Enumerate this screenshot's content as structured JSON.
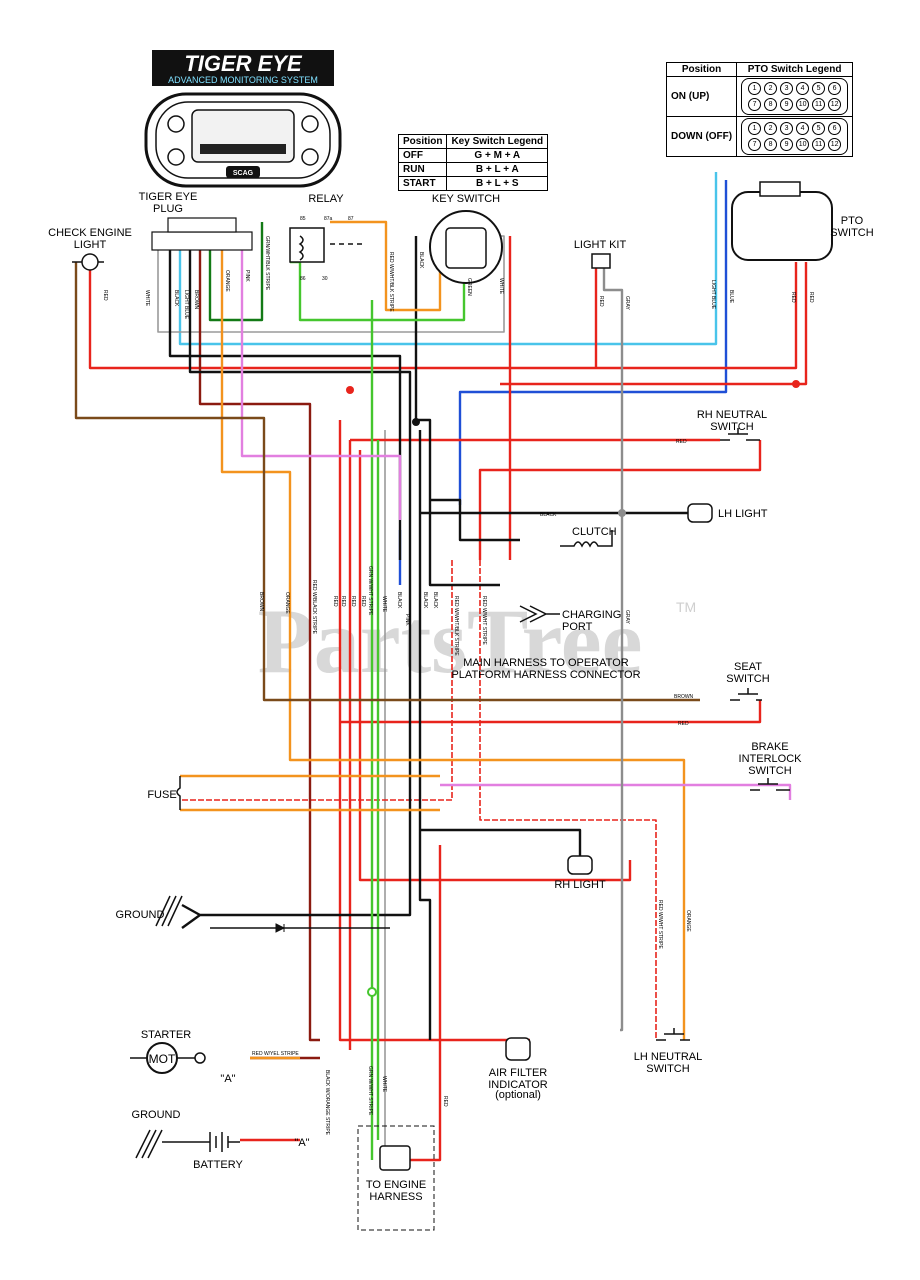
{
  "logo": {
    "line1": "TIGER EYE",
    "line2": "ADVANCED MONITORING SYSTEM",
    "brand": "SCAG"
  },
  "watermark": {
    "text": "PartsTree",
    "tm": "TM"
  },
  "key_legend": {
    "headers": [
      "Position",
      "Key Switch Legend"
    ],
    "rows": [
      [
        "OFF",
        "G + M + A"
      ],
      [
        "RUN",
        "B + L + A"
      ],
      [
        "START",
        "B + L + S"
      ]
    ]
  },
  "pto_legend": {
    "headers": [
      "Position",
      "PTO Switch Legend"
    ],
    "rows": [
      {
        "pos": "ON (UP)"
      },
      {
        "pos": "DOWN (OFF)"
      }
    ],
    "pins_top": [
      "1",
      "2",
      "3",
      "4",
      "5",
      "6"
    ],
    "pins_bottom": [
      "7",
      "8",
      "9",
      "10",
      "11",
      "12"
    ]
  },
  "components": {
    "tiger_eye_plug": "TIGER EYE PLUG",
    "check_engine_light": "CHECK ENGINE LIGHT",
    "relay": "RELAY",
    "relay_pins": [
      "85",
      "87a",
      "87",
      "86",
      "30"
    ],
    "key_switch": "KEY SWITCH",
    "light_kit": "LIGHT KIT",
    "pto_switch": "PTO SWITCH",
    "rh_neutral_switch": "RH NEUTRAL SWITCH",
    "lh_light": "LH LIGHT",
    "clutch": "CLUTCH",
    "charging_port": "CHARGING PORT",
    "main_harness": "MAIN HARNESS TO OPERATOR PLATFORM HARNESS CONNECTOR",
    "seat_switch": "SEAT SWITCH",
    "brake_interlock_switch": "BRAKE INTERLOCK SWITCH",
    "fuse": "FUSE",
    "rh_light": "RH LIGHT",
    "ground_top": "GROUND",
    "lh_neutral_switch": "LH NEUTRAL SWITCH",
    "starter": "STARTER",
    "starter_label": "MOT",
    "starter_ref": "\"A\"",
    "air_filter": "AIR FILTER INDICATOR",
    "air_filter_note": "(optional)",
    "ground_bottom": "GROUND",
    "battery": "BATTERY",
    "battery_ref": "\"A\"",
    "engine_harness": "TO ENGINE HARNESS"
  },
  "wire_labels": {
    "red": "RED",
    "white": "WHITE",
    "black": "BLACK",
    "light_blue": "LIGHT BLUE",
    "brown": "BROWN",
    "orange": "ORANGE",
    "pink": "PINK",
    "gray": "GRAY",
    "blue": "BLUE",
    "green": "GREEN",
    "grn_wht_blk": "GRN/WHT/BLK STRIPE",
    "red_wht_blk": "RED W/WHT/BLK STRIPE",
    "red_wht": "RED W/WHT STRIPE",
    "red_yel": "RED W/YEL STRIPE",
    "red_blk": "RED W/BLACK STRIPE",
    "grn_wht": "GRN W/WHT STRIPE",
    "blk_org": "BLACK W/ORANGE STRIPE"
  },
  "colors": {
    "red": "#e8241c",
    "dark_red": "#8b1a10",
    "black": "#111111",
    "white_wire": "#9a9a9a",
    "light_blue": "#49c4ea",
    "blue": "#1f4fd6",
    "brown": "#7a4a1a",
    "orange": "#f3931e",
    "pink": "#e27fe0",
    "gray": "#8d8d8d",
    "green": "#45c62e",
    "dark_green": "#137a16"
  }
}
